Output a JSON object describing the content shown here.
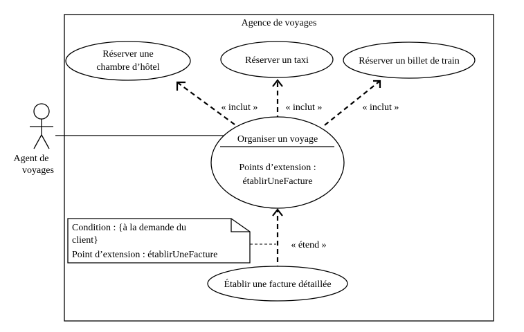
{
  "system": {
    "name": "Agence de voyages"
  },
  "actor": {
    "line1": "Agent de",
    "line2": "voyages"
  },
  "use_cases": {
    "hotel": {
      "line1": "Réserver une",
      "line2": "chambre d’hôtel"
    },
    "taxi": {
      "label": "Réserver un taxi"
    },
    "train": {
      "label": "Réserver un billet de train"
    },
    "voyage": {
      "title": "Organiser un voyage",
      "ext_label": "Points d’extension :",
      "ext_point": "établirUneFacture"
    },
    "facture": {
      "label": "Établir une facture détaillée"
    }
  },
  "relations": {
    "include_hotel": "« inclut »",
    "include_taxi": "« inclut »",
    "include_train": "« inclut »",
    "extend_facture": "« étend »"
  },
  "note": {
    "line1": "Condition : {à la demande du",
    "line2": "client}",
    "line3": "Point d’extension : établirUneFacture"
  }
}
